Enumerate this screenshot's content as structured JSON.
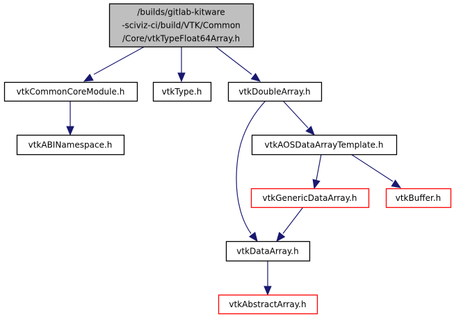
{
  "diagram": {
    "type": "include-dependency-graph",
    "colors": {
      "root_fill": "#bfbfbf",
      "node_border": "#000000",
      "unresolved_border": "#ff0000",
      "edge": "#191970"
    },
    "nodes": [
      {
        "id": "root",
        "lines": [
          "/builds/gitlab-kitware",
          "-sciviz-ci/build/VTK/Common",
          "/Core/vtkTypeFloat64Array.h"
        ],
        "style": "root"
      },
      {
        "id": "vtkCommonCoreModule",
        "lines": [
          "vtkCommonCoreModule.h"
        ],
        "style": "normal"
      },
      {
        "id": "vtkType",
        "lines": [
          "vtkType.h"
        ],
        "style": "normal"
      },
      {
        "id": "vtkDoubleArray",
        "lines": [
          "vtkDoubleArray.h"
        ],
        "style": "normal"
      },
      {
        "id": "vtkABINamespace",
        "lines": [
          "vtkABINamespace.h"
        ],
        "style": "normal"
      },
      {
        "id": "vtkAOSDataArrayTemplate",
        "lines": [
          "vtkAOSDataArrayTemplate.h"
        ],
        "style": "normal"
      },
      {
        "id": "vtkGenericDataArray",
        "lines": [
          "vtkGenericDataArray.h"
        ],
        "style": "red"
      },
      {
        "id": "vtkBuffer",
        "lines": [
          "vtkBuffer.h"
        ],
        "style": "red"
      },
      {
        "id": "vtkDataArray",
        "lines": [
          "vtkDataArray.h"
        ],
        "style": "normal"
      },
      {
        "id": "vtkAbstractArray",
        "lines": [
          "vtkAbstractArray.h"
        ],
        "style": "red"
      }
    ],
    "edges": [
      {
        "from": "root",
        "to": "vtkCommonCoreModule"
      },
      {
        "from": "root",
        "to": "vtkType"
      },
      {
        "from": "root",
        "to": "vtkDoubleArray"
      },
      {
        "from": "vtkCommonCoreModule",
        "to": "vtkABINamespace"
      },
      {
        "from": "vtkDoubleArray",
        "to": "vtkAOSDataArrayTemplate"
      },
      {
        "from": "vtkDoubleArray",
        "to": "vtkDataArray"
      },
      {
        "from": "vtkAOSDataArrayTemplate",
        "to": "vtkGenericDataArray"
      },
      {
        "from": "vtkAOSDataArrayTemplate",
        "to": "vtkBuffer"
      },
      {
        "from": "vtkGenericDataArray",
        "to": "vtkDataArray"
      },
      {
        "from": "vtkDataArray",
        "to": "vtkAbstractArray"
      }
    ]
  }
}
